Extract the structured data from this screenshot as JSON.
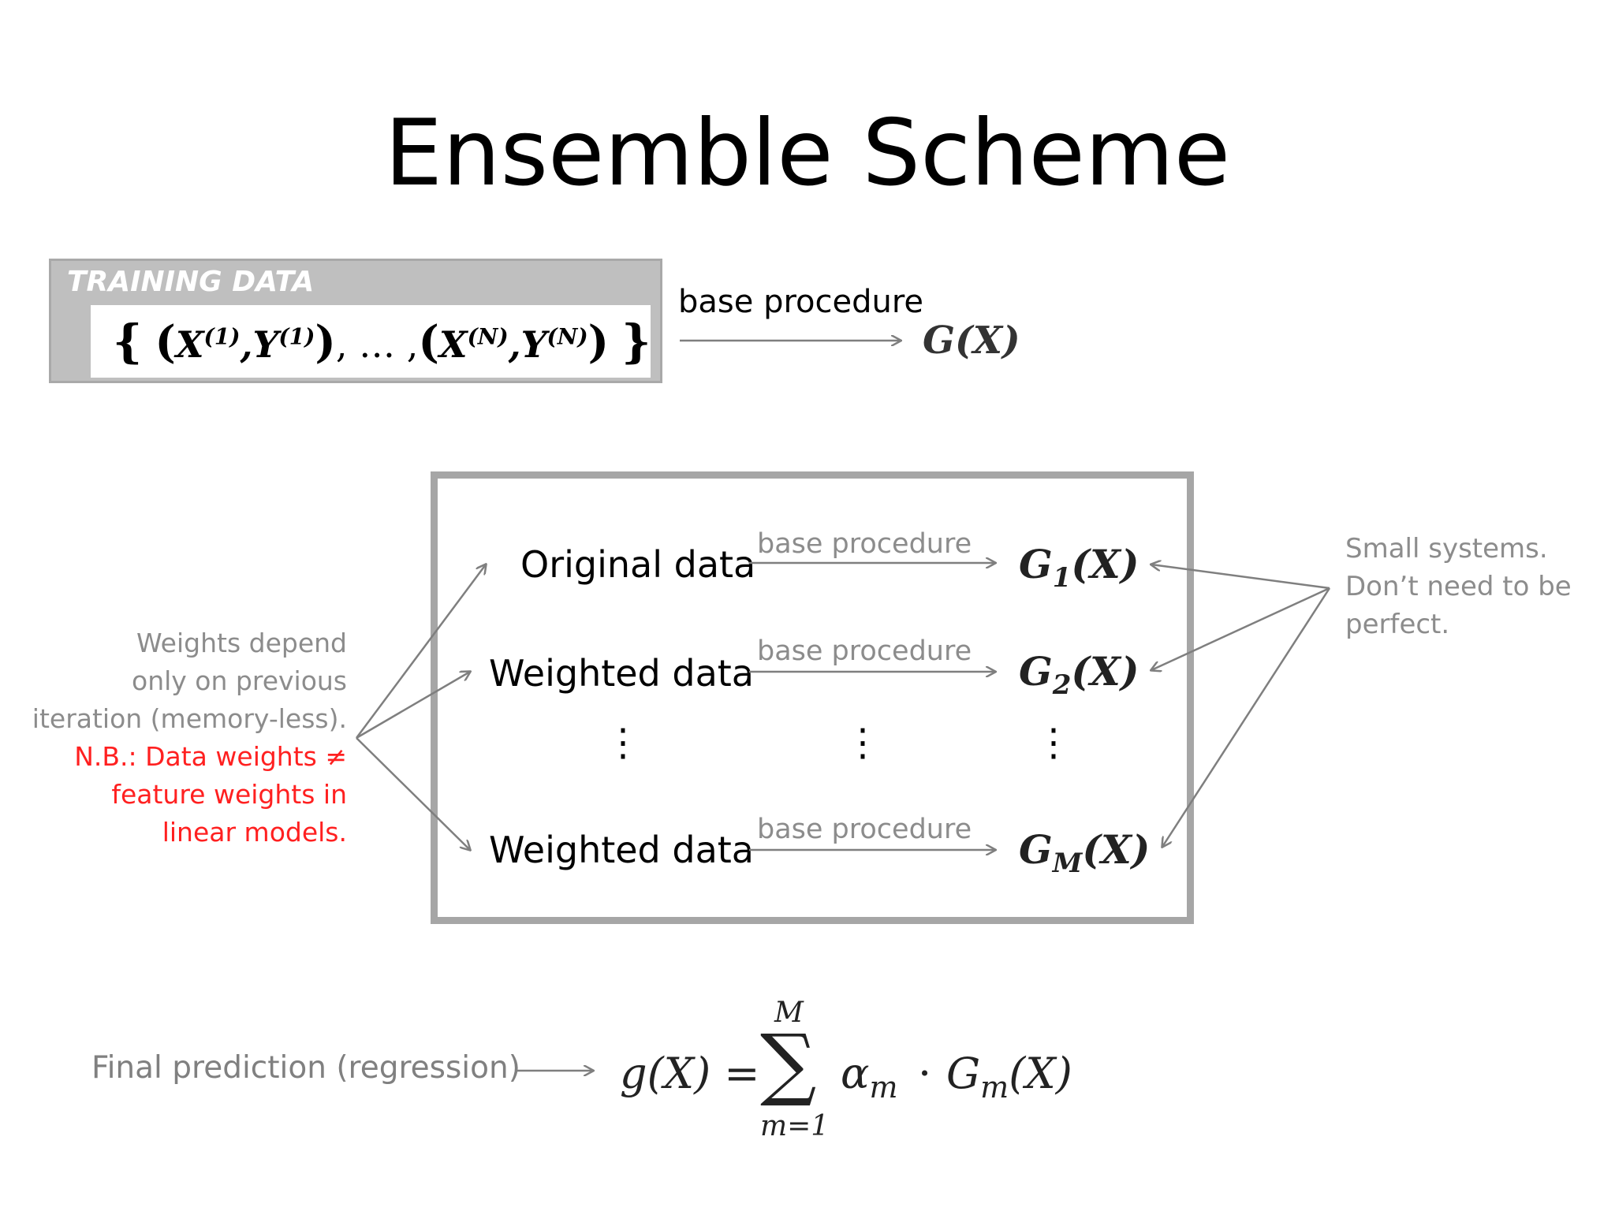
{
  "title": "Ensemble Scheme",
  "training": {
    "label": "TRAINING DATA",
    "set_open": "{",
    "pair_open": "(",
    "x1": "X",
    "x1_sup": "(1)",
    "comma1": ",",
    "y1": "Y",
    "y1_sup": "(1)",
    "pair_close": ")",
    "ellipsis": ", … ,",
    "pair_open2": "(",
    "xn": "X",
    "xn_sup": "(N)",
    "comma2": ",",
    "yn": "Y",
    "yn_sup": "(N)",
    "pair_close2": ")",
    "set_close": "}"
  },
  "top_flow": {
    "procedure": "base procedure",
    "output": "G(X)"
  },
  "rows": [
    {
      "label": "Original data",
      "procedure": "base procedure",
      "g": "G",
      "sub": "1",
      "arg": "(X)"
    },
    {
      "label": "Weighted data",
      "procedure": "base procedure",
      "g": "G",
      "sub": "2",
      "arg": "(X)"
    },
    {
      "label": "Weighted data",
      "procedure": "base procedure",
      "g": "G",
      "sub": "M",
      "arg": "(X)"
    }
  ],
  "vdots": "⋮",
  "left_note": {
    "lines": [
      "Weights depend",
      "only on previous",
      "iteration (memory-less)."
    ],
    "red_lines": [
      "N.B.: Data weights ≠",
      "feature weights in",
      "linear models."
    ]
  },
  "right_note": {
    "lines": [
      "Small systems.",
      "Don’t need to be",
      "perfect."
    ]
  },
  "final": {
    "label": "Final prediction (regression)",
    "lhs": "g(X) =",
    "sum_symbol": "∑",
    "upper": "M",
    "lower": "m=1",
    "alpha": "α",
    "alpha_sub": "m",
    "dot": "·",
    "g": "G",
    "g_sub": "m",
    "arg": "(X)"
  },
  "colors": {
    "gray_text": "#8c8c8c",
    "red_text": "#ff2020",
    "box_border": "#a6a6a6",
    "arrow": "#7f7f7f"
  }
}
